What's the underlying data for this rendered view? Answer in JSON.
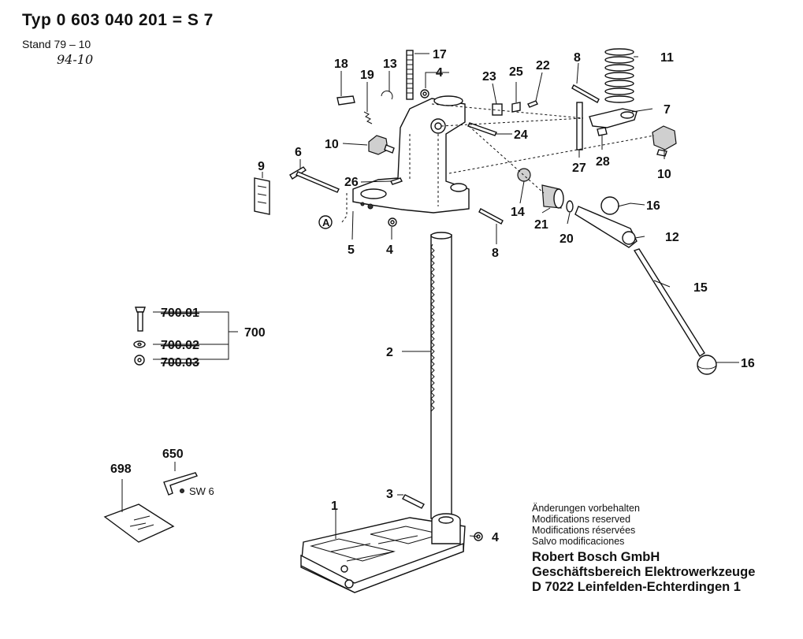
{
  "header": {
    "title": "Typ 0 603 040 201 = S 7",
    "stand": "Stand 79 – 10",
    "handwritten_date": "94-10"
  },
  "part_labels": {
    "p1": "1",
    "p2": "2",
    "p3": "3",
    "p4a": "4",
    "p4b": "4",
    "p4c": "4",
    "p5": "5",
    "p6": "6",
    "p7": "7",
    "p8a": "8",
    "p8b": "8",
    "p9": "9",
    "p10a": "10",
    "p10b": "10",
    "p11": "11",
    "p12": "12",
    "p13": "13",
    "p14": "14",
    "p15": "15",
    "p16a": "16",
    "p16b": "16",
    "p17": "17",
    "p18": "18",
    "p19": "19",
    "p20": "20",
    "p21": "21",
    "p22": "22",
    "p23": "23",
    "p24": "24",
    "p25": "25",
    "p26": "26",
    "p27": "27",
    "p28": "28",
    "callout_a": "A",
    "p650": "650",
    "p698": "698",
    "sw6": "SW 6",
    "p700": "700",
    "p700_01": "700.01",
    "p700_02": "700.02",
    "p700_03": "700.03"
  },
  "notes": [
    "Änderungen vorbehalten",
    "Modifications reserved",
    "Modifications réservées",
    "Salvo modificaciones"
  ],
  "company": [
    "Robert Bosch GmbH",
    "Geschäftsbereich Elektrowerkzeuge",
    "D 7022 Leinfelden-Echterdingen 1"
  ]
}
